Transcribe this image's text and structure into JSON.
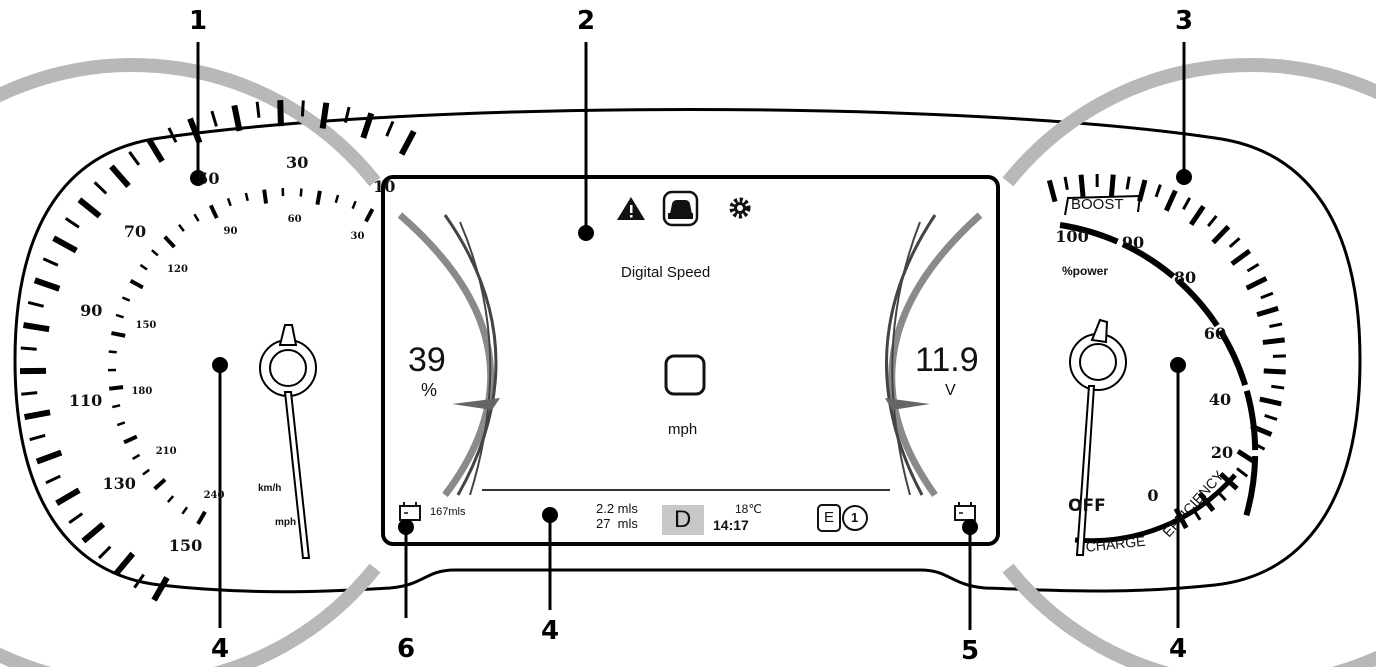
{
  "callouts": {
    "c1": "1",
    "c2": "2",
    "c3": "3",
    "c4a": "4",
    "c4b": "4",
    "c4c": "4",
    "c5": "5",
    "c6": "6"
  },
  "speedometer": {
    "mph_labels": [
      "10",
      "30",
      "50",
      "70",
      "90",
      "110",
      "130",
      "150"
    ],
    "mph_unit": "mph",
    "kmh_labels": [
      "30",
      "60",
      "90",
      "120",
      "150",
      "180",
      "210",
      "240"
    ],
    "kmh_unit": "km/h"
  },
  "power_gauge": {
    "boost_label": "BOOST",
    "power_labels": [
      "100",
      "90",
      "80",
      "60",
      "40",
      "20",
      "0"
    ],
    "percent_power_label": "%power",
    "off_label": "OFF",
    "charge_label": "CHARGE",
    "efficiency_label": "EFFICIENCY"
  },
  "display": {
    "icons": [
      "warning-icon",
      "car-icon",
      "gear-icon"
    ],
    "title": "Digital Speed",
    "speed_unit": "mph",
    "battery_value": "39",
    "battery_unit": "%",
    "voltage_value": "11.9",
    "voltage_unit": "V",
    "range": "167mls",
    "trip1": "2.2 mls",
    "trip2": "27  mls",
    "gear": "D",
    "temperature": "18℃",
    "clock": "14:17",
    "mode_e": "E",
    "mode_num": "1"
  }
}
